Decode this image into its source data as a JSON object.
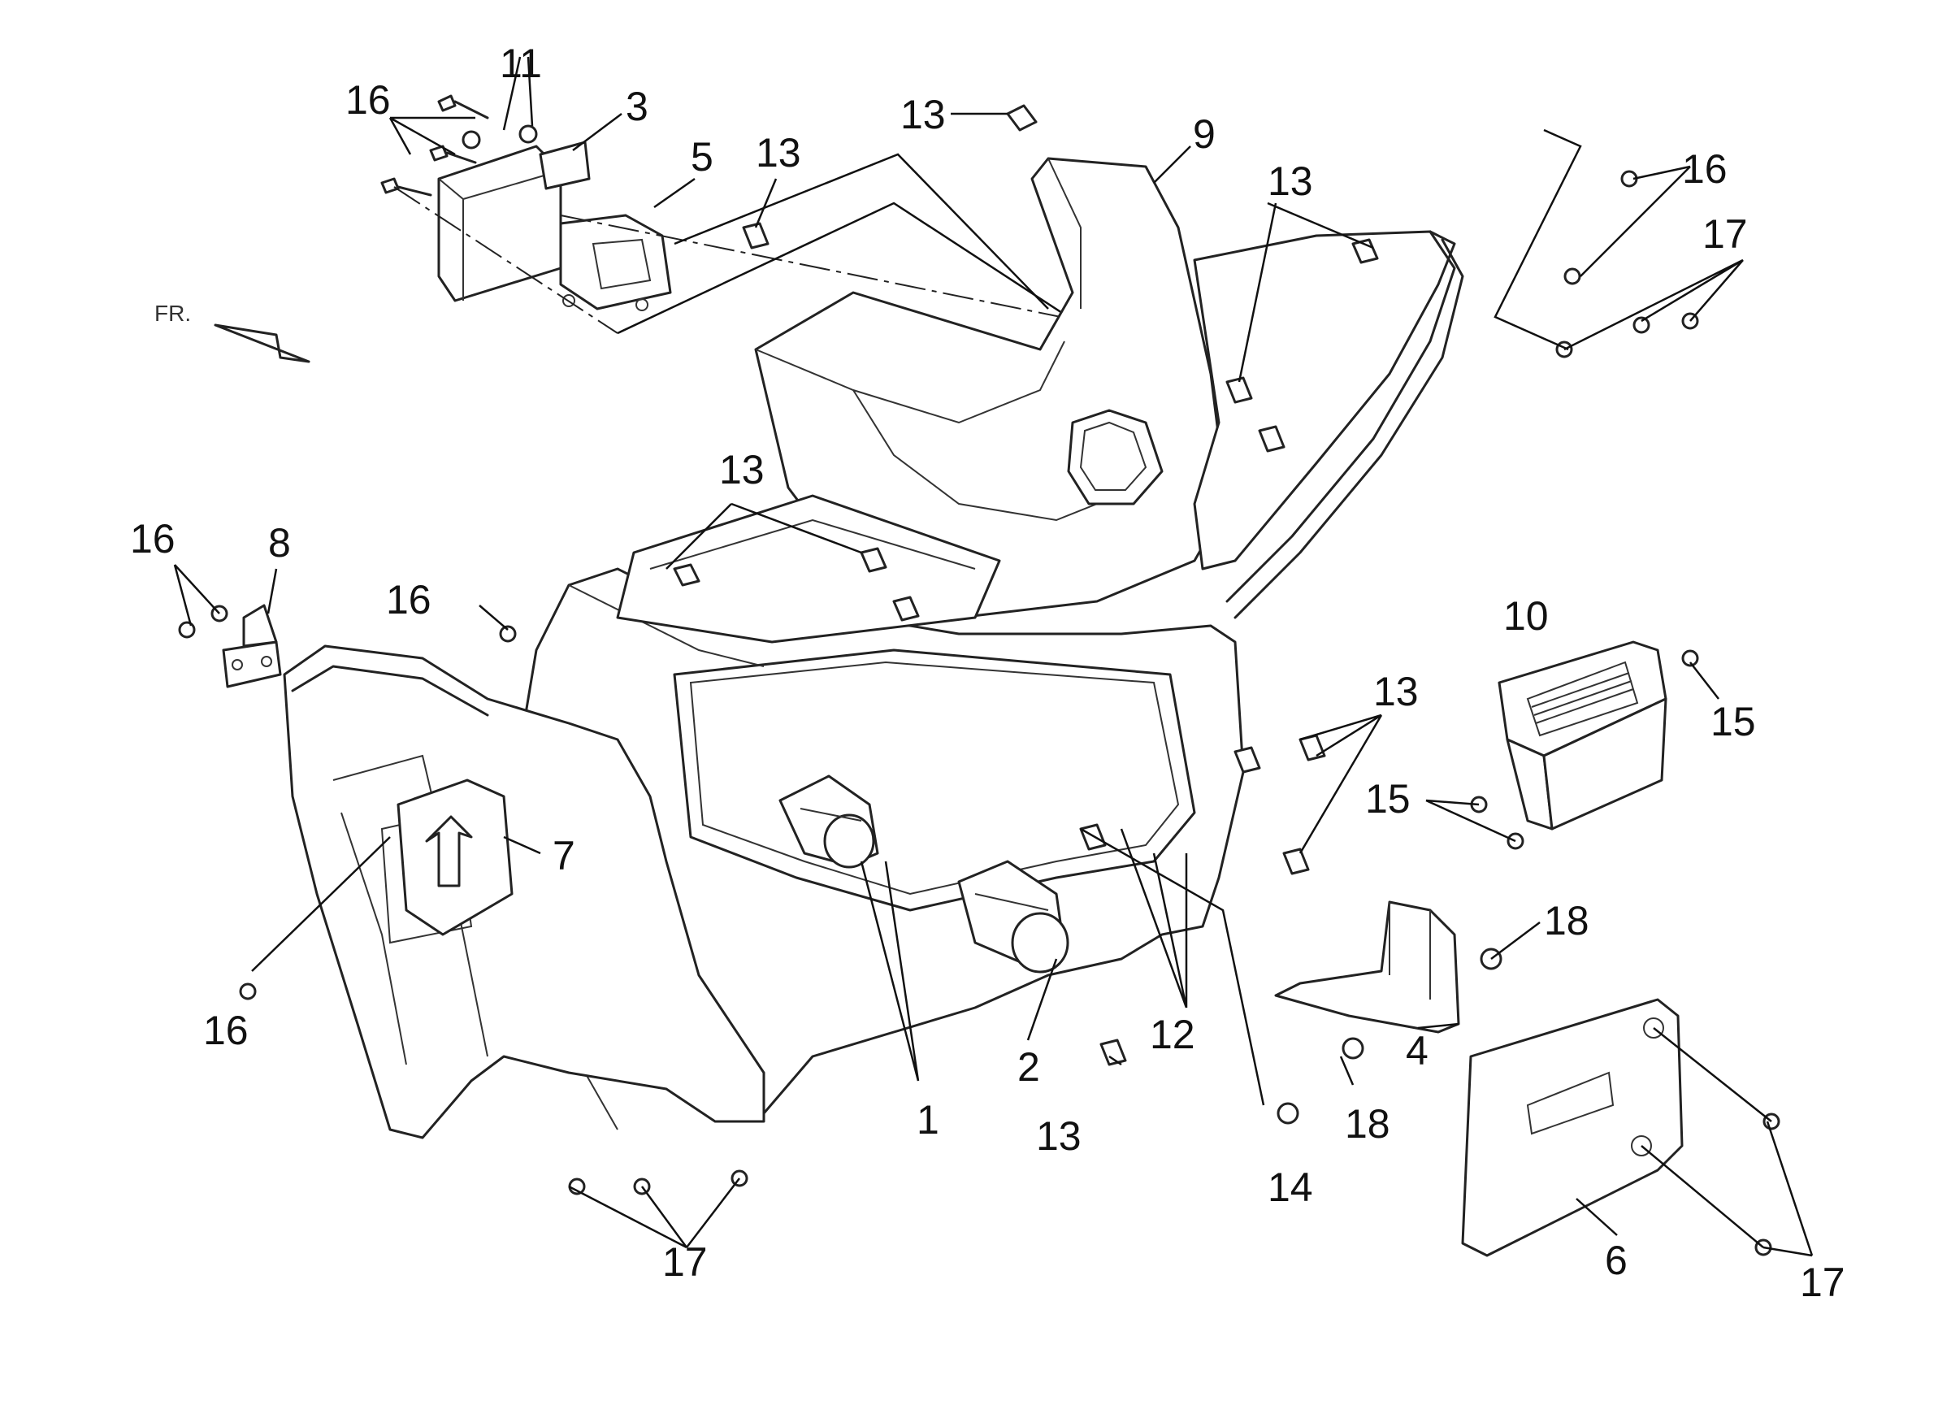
{
  "diagram": {
    "orientation_label": "FR.",
    "callouts": [
      {
        "id": "c1",
        "label": "1"
      },
      {
        "id": "c2",
        "label": "2"
      },
      {
        "id": "c3",
        "label": "3"
      },
      {
        "id": "c4",
        "label": "4"
      },
      {
        "id": "c5",
        "label": "5"
      },
      {
        "id": "c6",
        "label": "6"
      },
      {
        "id": "c7",
        "label": "7"
      },
      {
        "id": "c8",
        "label": "8"
      },
      {
        "id": "c9",
        "label": "9"
      },
      {
        "id": "c10",
        "label": "10"
      },
      {
        "id": "c11",
        "label": "11"
      },
      {
        "id": "c12",
        "label": "12"
      },
      {
        "id": "c13a",
        "label": "13"
      },
      {
        "id": "c13b",
        "label": "13"
      },
      {
        "id": "c13c",
        "label": "13"
      },
      {
        "id": "c13d",
        "label": "13"
      },
      {
        "id": "c13e",
        "label": "13"
      },
      {
        "id": "c13f",
        "label": "13"
      },
      {
        "id": "c14",
        "label": "14"
      },
      {
        "id": "c15a",
        "label": "15"
      },
      {
        "id": "c15b",
        "label": "15"
      },
      {
        "id": "c16a",
        "label": "16"
      },
      {
        "id": "c16b",
        "label": "16"
      },
      {
        "id": "c16c",
        "label": "16"
      },
      {
        "id": "c16d",
        "label": "16"
      },
      {
        "id": "c16e",
        "label": "16"
      },
      {
        "id": "c17a",
        "label": "17"
      },
      {
        "id": "c17b",
        "label": "17"
      },
      {
        "id": "c17c",
        "label": "17"
      },
      {
        "id": "c18a",
        "label": "18"
      },
      {
        "id": "c18b",
        "label": "18"
      }
    ]
  }
}
